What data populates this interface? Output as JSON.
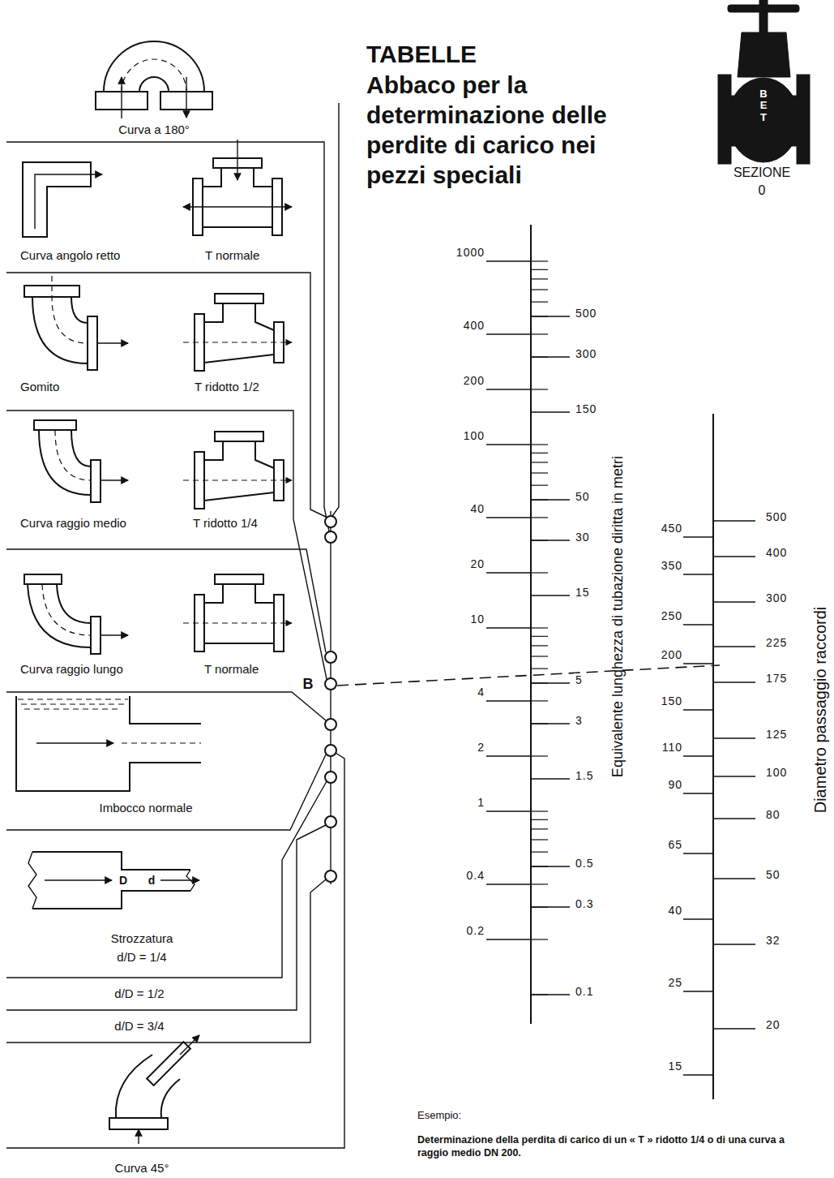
{
  "diagram": {
    "title": "Abbaco per la determinazione delle perdite di carico nei pezzi speciali",
    "labels": [
      "TABELLE",
      "SEZIONE 0",
      "BET",
      "Curva a 180°",
      "Curva angolo retto",
      "T normale",
      "Gomito",
      "T ridotto 1/2",
      "Curva raggio medio",
      "T ridotto 1/4",
      "Curva raggio lungo",
      "T normale",
      "Imbocco normale",
      "D",
      "d",
      "Strozzatura",
      "d/D = 1/4",
      "d/D = 1/2",
      "d/D = 3/4",
      "Curva 45°",
      "B",
      "1000",
      "400",
      "200",
      "100",
      "40",
      "20",
      "10",
      "4",
      "2",
      "1",
      "0.4",
      "0.2",
      "500",
      "300",
      "150",
      "50",
      "30",
      "15",
      "5",
      "3",
      "1.5",
      "0.5",
      "0.3",
      "0.1",
      "Equivalente lunghezza di tubazione diritta in metri",
      "450",
      "350",
      "250",
      "200",
      "150",
      "110",
      "90",
      "65",
      "40",
      "25",
      "15",
      "500",
      "400",
      "300",
      "225",
      "175",
      "125",
      "100",
      "80",
      "50",
      "32",
      "20",
      "Diametro passaggio raccordi",
      "Esempio:",
      "Determinazione della perdita di carico di un « T » ridotto 1/4 o di una curva a raggio medio DN 200."
    ]
  }
}
